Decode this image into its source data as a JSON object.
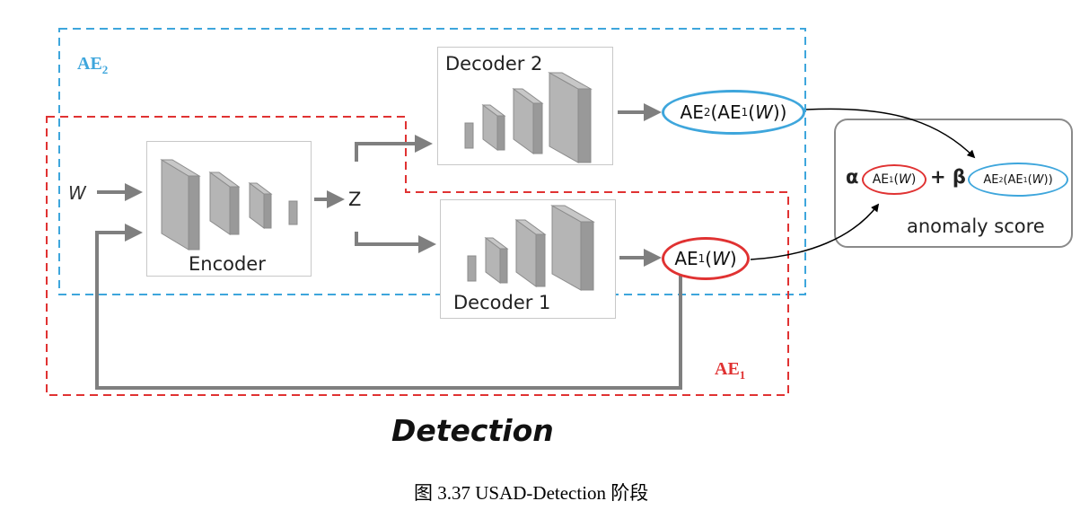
{
  "diagram": {
    "ae2_label": {
      "main": "AE",
      "sub": "2"
    },
    "ae1_label": {
      "main": "AE",
      "sub": "1"
    },
    "input_label": "W",
    "encoder_label": "Encoder",
    "latent_label": "Z",
    "decoder2_label": "Decoder 2",
    "decoder1_label": "Decoder 1",
    "output2": {
      "a": "AE",
      "a_sub": "2",
      "b": "(AE",
      "b_sub": "1",
      "c": "(",
      "w": "W",
      "d": "))"
    },
    "output1": {
      "a": "AE",
      "a_sub": "1",
      "b": "(",
      "w": "W",
      "c": ")"
    },
    "score": {
      "alpha": "α",
      "plus_beta": "+ β",
      "term1": {
        "a": "AE",
        "a_sub": "1",
        "b": "(",
        "w": "W",
        "c": ")"
      },
      "term2": {
        "a": "AE",
        "a_sub": "2",
        "b": "(AE",
        "b_sub": "1",
        "c": "(",
        "w": "W",
        "d": "))"
      },
      "caption": "anomaly score"
    },
    "heading": "Detection"
  },
  "caption": "图 3.37 USAD-Detection 阶段",
  "colors": {
    "ae2_blue": "#3ea6dc",
    "ae1_red": "#e03232",
    "arrow_gray": "#7f7f7f",
    "layer_gray": "#a6a6a6"
  },
  "icons": [
    "arrow-right-icon",
    "curved-arrow-icon",
    "network-layer-icon"
  ]
}
